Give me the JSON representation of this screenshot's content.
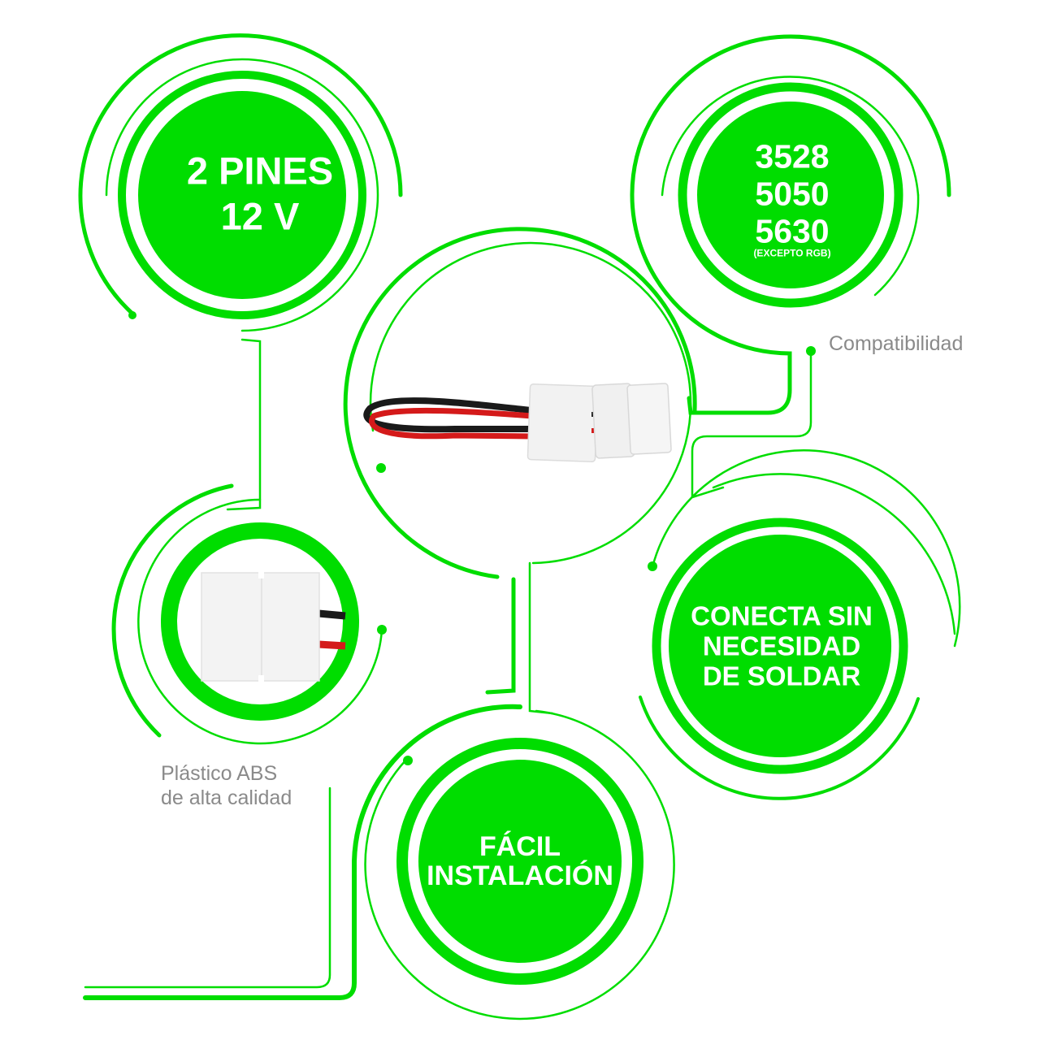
{
  "colors": {
    "accent": "#00dd00",
    "badge_text": "#ffffff",
    "caption_text": "#8a8a8a",
    "background": "#ffffff",
    "wire_red": "#d41a1a",
    "wire_black": "#1a1a1a",
    "connector_plastic": "#f2f2f2"
  },
  "badges": {
    "pins_voltage": {
      "lines": [
        "2 PINES",
        "12 V"
      ]
    },
    "compatibility": {
      "lines": [
        "3528",
        "5050",
        "5630"
      ],
      "note": "(EXCEPTO RGB)"
    },
    "no_solder": {
      "lines": [
        "CONECTA SIN",
        "NECESIDAD",
        "DE SOLDAR"
      ]
    },
    "easy_install": {
      "lines": [
        "FÁCIL",
        "INSTALACIÓN"
      ]
    }
  },
  "captions": {
    "compatibility": "Compatibilidad",
    "material": [
      "Plástico ABS",
      "de alta calidad"
    ]
  },
  "images": {
    "center": "led-strip-connector-with-red-black-cable",
    "left": "connector-closeup-abs-plastic"
  }
}
